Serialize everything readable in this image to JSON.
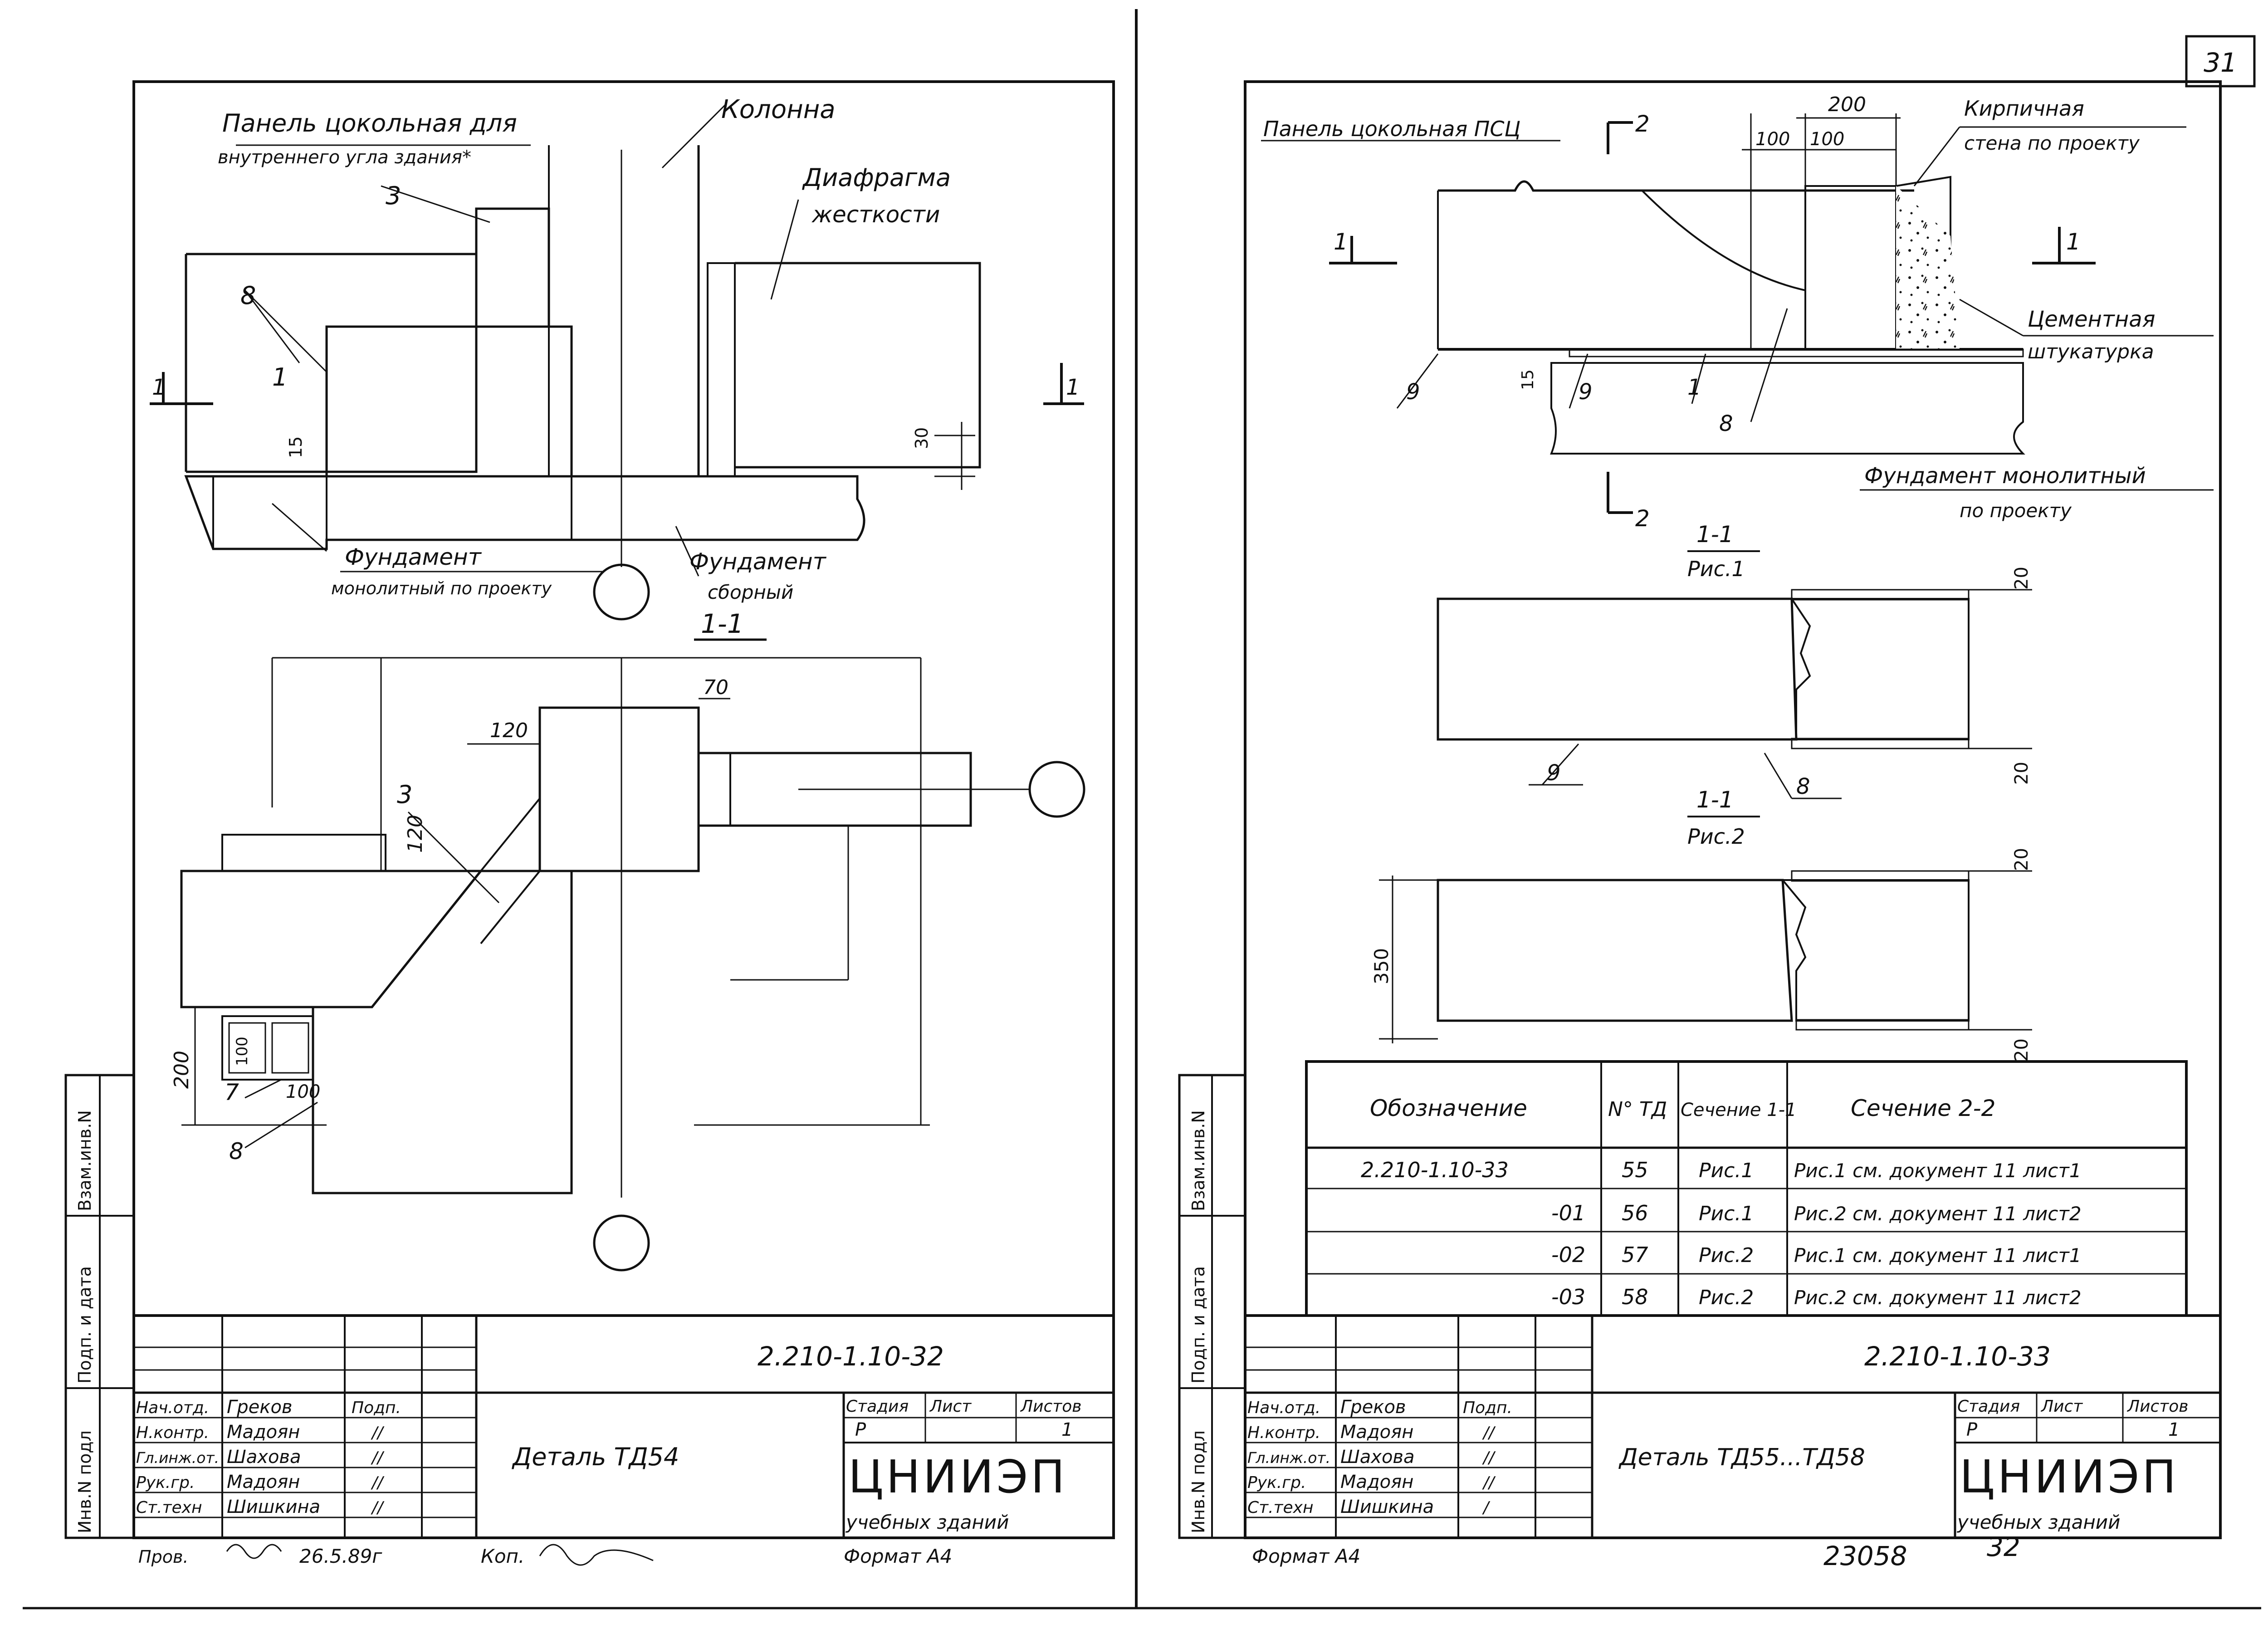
{
  "sheet_number": "31",
  "left_sheet": {
    "elevation": {
      "panel_label_1": "Панель цокольная для",
      "panel_label_2": "внутреннего угла здания*",
      "column": "Колонна",
      "diaphragm_1": "Диафрагма",
      "diaphragm_2": "жесткости",
      "callout_3": "3",
      "callout_8": "8",
      "callout_1": "1",
      "dim_15": "15",
      "dim_30": "30",
      "section_mark": "1",
      "foundation_mono_1": "Фундамент",
      "foundation_mono_2": "монолитный по проекту",
      "foundation_prefab_1": "Фундамент",
      "foundation_prefab_2": "сборный"
    },
    "plan": {
      "title": "1-1",
      "dim_120a": "120",
      "dim_120b": "120",
      "dim_70": "70",
      "callout_3": "3",
      "dim_100a": "100",
      "dim_100b": "100",
      "dim_200": "200",
      "callout_7": "7",
      "callout_8": "8"
    },
    "side_stamp": [
      "Инв.N подл",
      "Подп. и дата",
      "Взам.инв.N"
    ],
    "title_block": {
      "doc_code": "2.210-1.10-32",
      "roles": [
        "Нач.отд.",
        "Н.контр.",
        "Гл.инж.от.",
        "Рук.гр.",
        "Ст.техн"
      ],
      "names": [
        "Греков",
        "Мадоян",
        "Шахова",
        "Мадоян",
        "Шишкина"
      ],
      "sign_header": "Подп.",
      "signs": [
        "",
        "//",
        "//",
        "//",
        "//"
      ],
      "description": "Деталь ТД54",
      "stage_label": "Стадия",
      "sheet_label": "Лист",
      "sheets_label": "Листов",
      "stage": "Р",
      "sheet": "",
      "sheets": "1",
      "org_1": "ЦНИИЭП",
      "org_2": "учебных зданий",
      "prov": "Пров.",
      "prov_date": "26.5.89г",
      "copy": "Коп.",
      "format": "Формат А4"
    }
  },
  "right_sheet": {
    "elevation": {
      "panel_label": "Панель цокольная ПСЦ",
      "section_2": "2",
      "section_1": "1",
      "dim_200": "200",
      "dim_100a": "100",
      "dim_100b": "100",
      "brick_1": "Кирпичная",
      "brick_2": "стена по проекту",
      "cement_1": "Цементная",
      "cement_2": "штукатурка",
      "dim_15": "15",
      "callout_9a": "9",
      "callout_9b": "9",
      "callout_1": "1",
      "callout_8": "8",
      "foundation_1": "Фундамент монолитный",
      "foundation_2": "по проекту"
    },
    "fig1": {
      "title": "1-1",
      "subtitle": "Рис.1",
      "dim_top": "20",
      "dim_bottom": "20",
      "callout_9": "9",
      "callout_8": "8"
    },
    "fig2": {
      "title": "1-1",
      "subtitle": "Рис.2",
      "dim_top": "20",
      "dim_bottom": "20",
      "dim_350": "350"
    },
    "table": {
      "headers": [
        "Обозначение",
        "N° ТД",
        "Сечение 1-1",
        "Сечение 2-2"
      ],
      "rows": [
        [
          "2.210-1.10-33",
          "55",
          "Рис.1",
          "Рис.1 см. документ 11 лист1"
        ],
        [
          "-01",
          "56",
          "Рис.1",
          "Рис.2 см. документ 11 лист2"
        ],
        [
          "-02",
          "57",
          "Рис.2",
          "Рис.1 см. документ 11 лист1"
        ],
        [
          "-03",
          "58",
          "Рис.2",
          "Рис.2 см. документ 11 лист2"
        ]
      ]
    },
    "side_stamp": [
      "Инв.N подл",
      "Подп. и дата",
      "Взам.инв.N"
    ],
    "title_block": {
      "doc_code": "2.210-1.10-33",
      "roles": [
        "Нач.отд.",
        "Н.контр.",
        "Гл.инж.от.",
        "Рук.гр.",
        "Ст.техн"
      ],
      "names": [
        "Греков",
        "Мадоян",
        "Шахова",
        "Мадоян",
        "Шишкина"
      ],
      "sign_header": "Подп.",
      "signs": [
        "",
        "//",
        "//",
        "//",
        "/"
      ],
      "description": "Деталь ТД55...ТД58",
      "stage_label": "Стадия",
      "sheet_label": "Лист",
      "sheets_label": "Листов",
      "stage": "Р",
      "sheet": "",
      "sheets": "1",
      "org_1": "ЦНИИЭП",
      "org_2": "учебных зданий",
      "format": "Формат А4",
      "inventory": "23058",
      "page": "32"
    }
  }
}
